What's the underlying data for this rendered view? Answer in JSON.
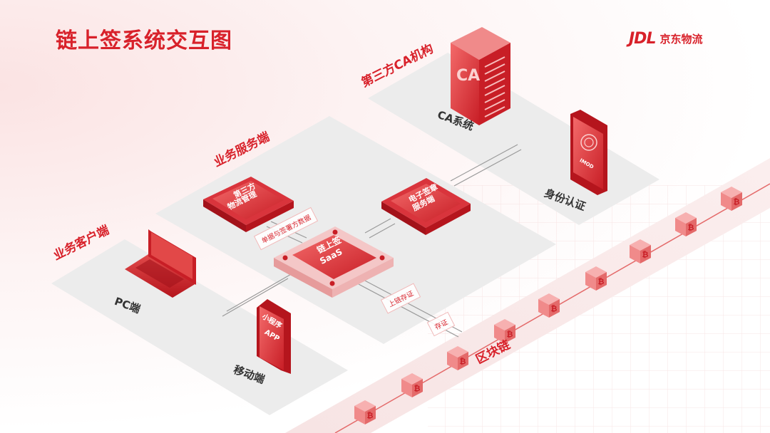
{
  "title": "链上签系统交互图",
  "logo": {
    "mark": "JDL",
    "name": "京东物流"
  },
  "zones": {
    "client": "业务客户端",
    "server": "业务服务端",
    "ca": "第三方CA机构",
    "chain": "区块链"
  },
  "nodes": {
    "pc": "PC端",
    "mobile": "移动端",
    "mobile_screen_1": "小程序",
    "mobile_screen_2": "APP",
    "ca_system": "CA系统",
    "ca_letters": "CA",
    "identity": "身份认证",
    "identity_badge": "IMOD",
    "logistics_1": "第三方",
    "logistics_2": "物流管理",
    "esign_1": "电子签章",
    "esign_2": "服务端",
    "saas_1": "链上签",
    "saas_2": "SaaS",
    "block_symbol": "₿"
  },
  "tags": {
    "data_sign": "单据与签署方数据",
    "chain_evidence": "上链存证",
    "evidence": "存证"
  },
  "colors": {
    "accent": "#d8212a",
    "accent_light": "#f26b6b",
    "panel": "#eeeeee"
  }
}
